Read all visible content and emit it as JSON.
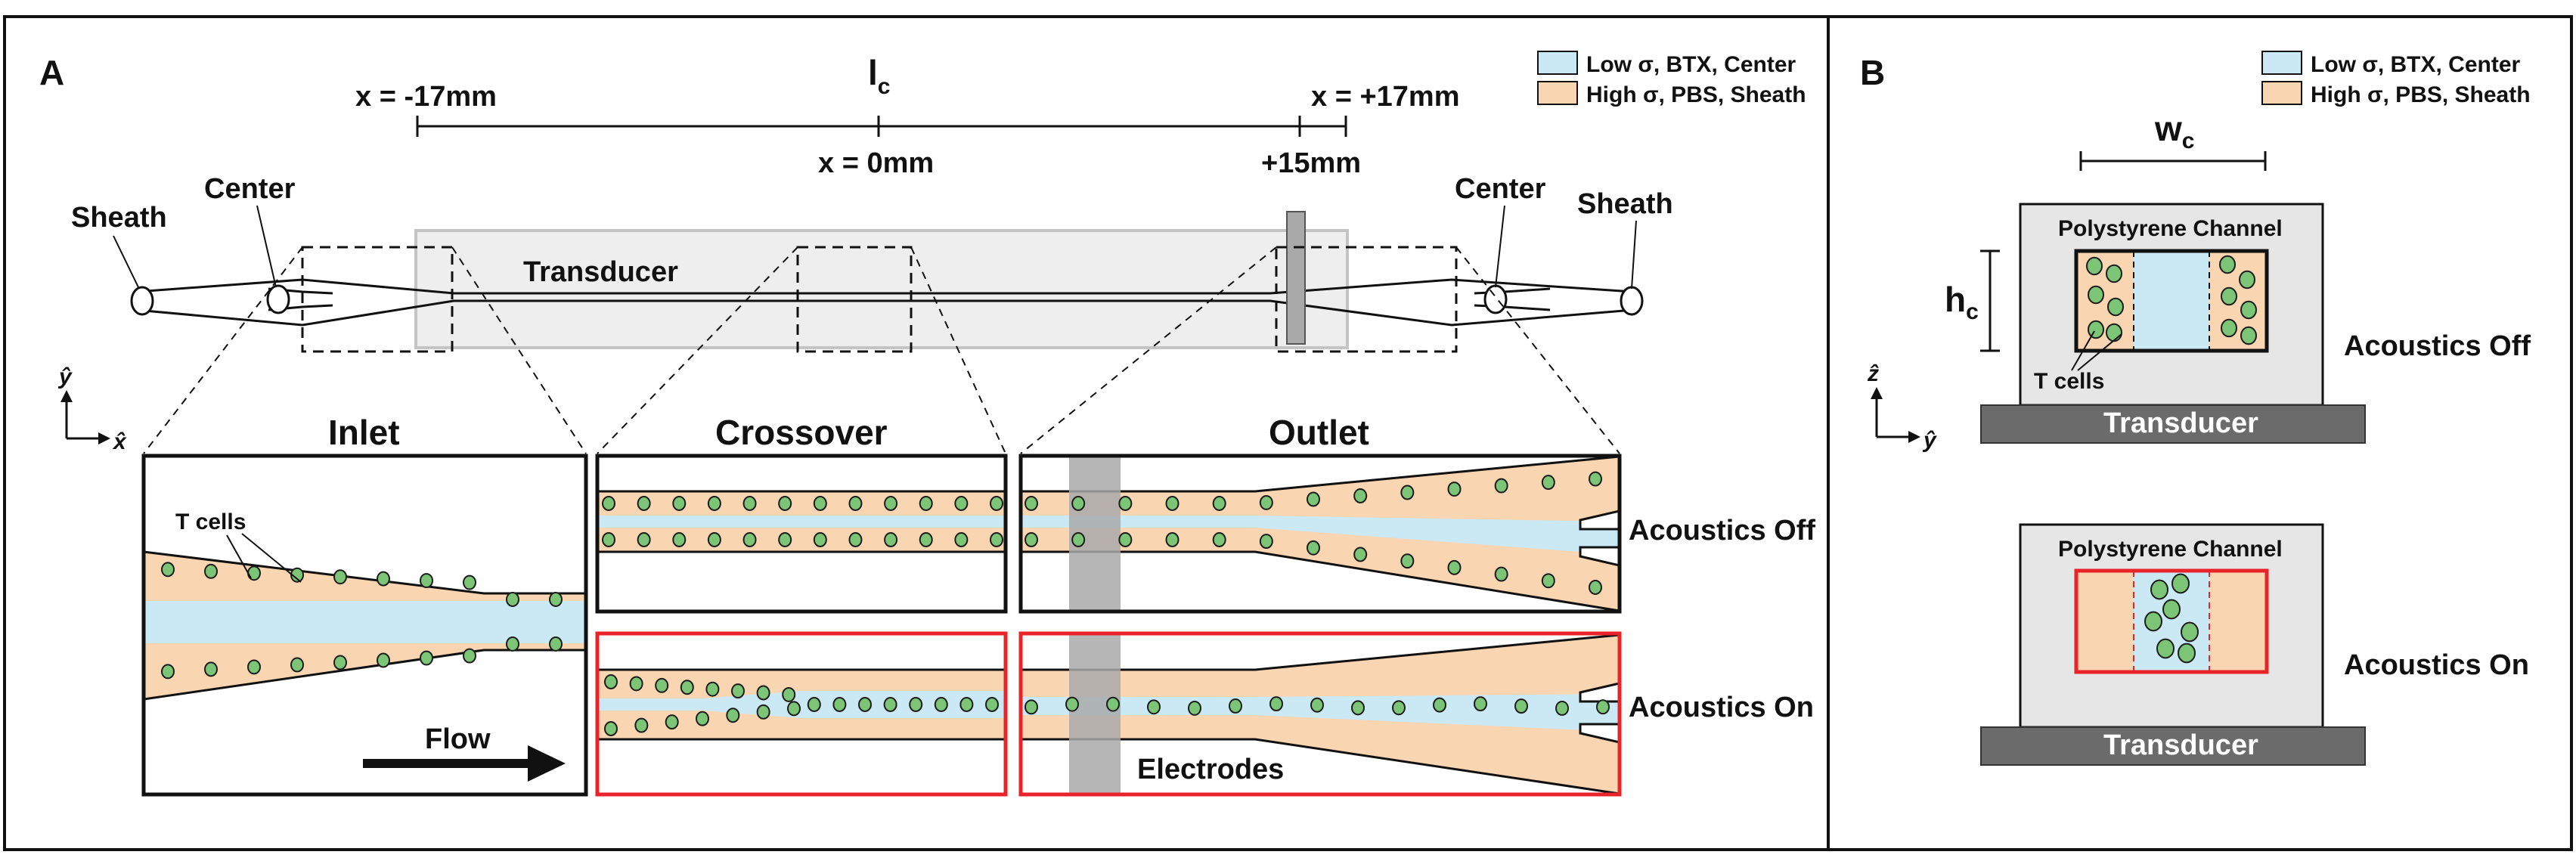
{
  "panelA": {
    "letter": "A",
    "legend": {
      "low": "Low σ, BTX, Center",
      "high": "High σ, PBS, Sheath"
    },
    "scale": {
      "lc": "l",
      "lc_sub": "c",
      "xm17": "x = -17mm",
      "x0": "x = 0mm",
      "xp15": "+15mm",
      "xp17": "x = +17mm"
    },
    "device": {
      "sheath_left": "Sheath",
      "center_left": "Center",
      "center_right": "Center",
      "sheath_right": "Sheath",
      "transducer": "Transducer"
    },
    "axes": {
      "y": "ŷ",
      "x": "x̂"
    },
    "insets": {
      "inlet": "Inlet",
      "crossover": "Crossover",
      "outlet": "Outlet",
      "tcells": "T cells",
      "flow": "Flow",
      "electrodes": "Electrodes",
      "acoustics_off": "Acoustics Off",
      "acoustics_on": "Acoustics On"
    }
  },
  "panelB": {
    "letter": "B",
    "legend": {
      "low": "Low σ, BTX, Center",
      "high": "High σ, PBS, Sheath"
    },
    "wc": "w",
    "wc_sub": "c",
    "hc": "h",
    "hc_sub": "c",
    "channel_off": "Polystyrene Channel",
    "channel_on": "Polystyrene Channel",
    "transducer_off": "Transducer",
    "transducer_on": "Transducer",
    "tcells": "T cells",
    "acoustics_off": "Acoustics Off",
    "acoustics_on": "Acoustics On",
    "axes": {
      "z": "ẑ",
      "y": "ŷ"
    }
  },
  "colors": {
    "low_sigma": "#cbe8f5",
    "high_sigma": "#f9d5b2",
    "cell": "#7cc576",
    "acoustics_on_frame": "#e8242a",
    "transducer": "#6b6b6b",
    "channel_body": "#e6e6e6",
    "electrode": "#a9a9a9"
  }
}
